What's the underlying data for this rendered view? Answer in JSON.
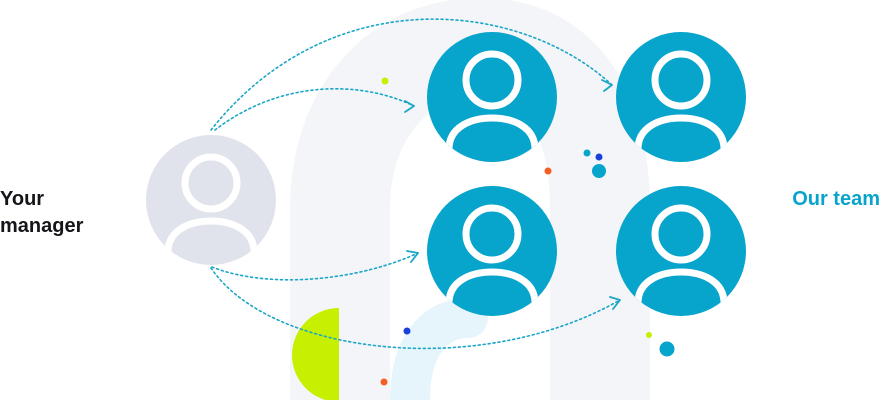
{
  "labels": {
    "manager_line1": "Your",
    "manager_line2": "manager",
    "team": "Our team"
  },
  "colors": {
    "manager_text": "#15161a",
    "team_text": "#08a4cc",
    "manager_avatar_bg": "#e1e3ec",
    "team_avatar_bg": "#07a4cc",
    "avatar_figure": "#ffffff",
    "arrow": "#1aa6c6",
    "backdrop_grey": "#f3f5f8",
    "backdrop_blue": "#e6f5fc",
    "lime_accent": "#c6f000",
    "dot_orange": "#f45d23",
    "dot_navy": "#1b3fdb",
    "dot_lime": "#c6f000",
    "dot_teal": "#07a4cc"
  },
  "avatars": {
    "manager": {
      "icon": "user-icon"
    },
    "team": [
      {
        "icon": "user-icon"
      },
      {
        "icon": "user-icon"
      },
      {
        "icon": "user-icon"
      },
      {
        "icon": "user-icon"
      }
    ]
  }
}
